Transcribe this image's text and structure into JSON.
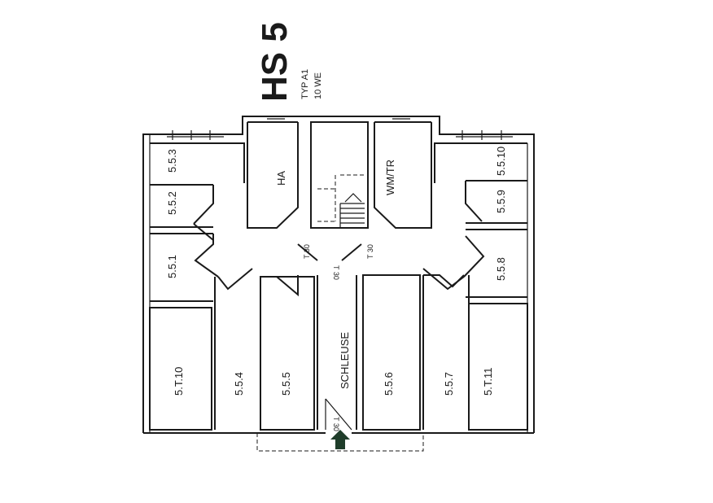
{
  "building": {
    "title": "HS 5",
    "type": "TYP A1",
    "units": "10 WE"
  },
  "rooms": {
    "r553": "5.5.3",
    "r552": "5.5.2",
    "r551": "5.5.1",
    "ha": "HA",
    "wmtr": "WM/TR",
    "r5510": "5.5.10",
    "r559": "5.5.9",
    "r558": "5.5.8",
    "r5t10": "5.T.10",
    "r554": "5.5.4",
    "r555": "5.5.5",
    "schleuse": "SCHLEUSE",
    "r556": "5.5.6",
    "r557": "5.5.7",
    "r5t11": "5.T.11"
  },
  "doors": {
    "d1": "T 30",
    "d2": "T 30",
    "d3": "T 30",
    "d4": "T 30"
  },
  "colors": {
    "title": "#3a4a3a",
    "line": "#1a1a1a",
    "arrow": "#1f3d2a"
  }
}
